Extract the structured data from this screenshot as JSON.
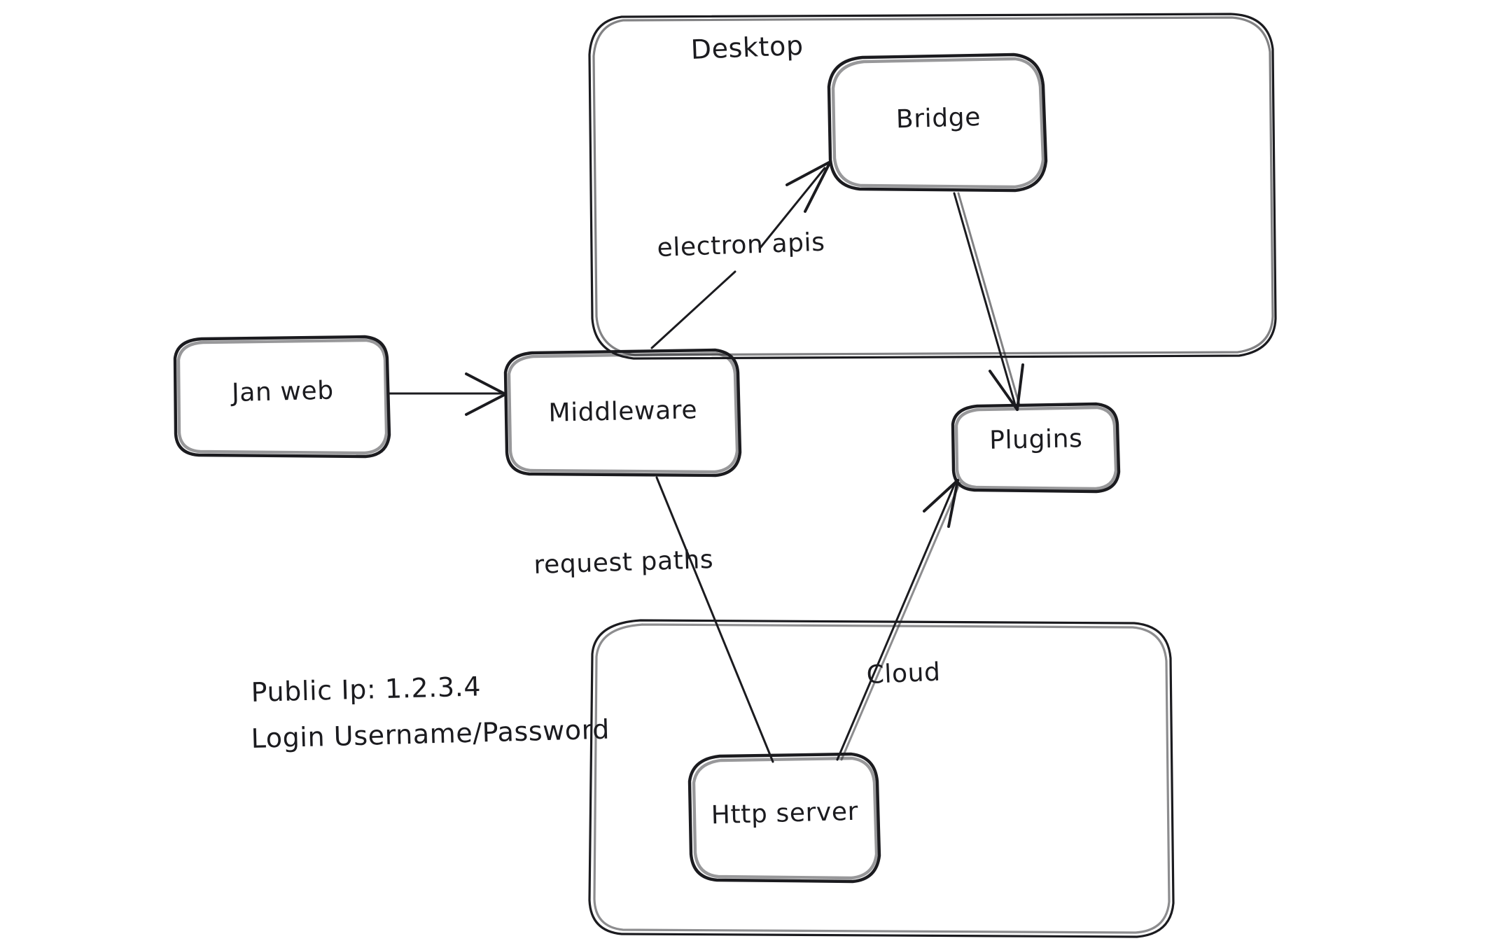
{
  "diagram": {
    "title": "Jan architecture sketch",
    "style": "hand-drawn",
    "background_color": "#ffffff",
    "ink_color": "#1b1b1f"
  },
  "containers": [
    {
      "id": "desktop",
      "label": "Desktop"
    },
    {
      "id": "cloud_group",
      "label": ""
    }
  ],
  "nodes": [
    {
      "id": "jan_web",
      "label": "Jan web"
    },
    {
      "id": "middleware",
      "label": "Middleware"
    },
    {
      "id": "bridge",
      "label": "Bridge"
    },
    {
      "id": "plugins",
      "label": "Plugins"
    },
    {
      "id": "http_server",
      "label": "Http server"
    }
  ],
  "edges": [
    {
      "id": "e1",
      "from": "jan_web",
      "to": "middleware",
      "label": ""
    },
    {
      "id": "e2",
      "from": "middleware",
      "to": "bridge",
      "label": "electron apis"
    },
    {
      "id": "e3",
      "from": "bridge",
      "to": "plugins",
      "label": ""
    },
    {
      "id": "e4",
      "from": "middleware",
      "to": "http_server",
      "label": "request paths"
    },
    {
      "id": "e5",
      "from": "http_server",
      "to": "plugins",
      "label": "Cloud"
    }
  ],
  "notes": {
    "public_ip_line": "Public Ip: 1.2.3.4",
    "login_line": "Login Username/Password"
  }
}
